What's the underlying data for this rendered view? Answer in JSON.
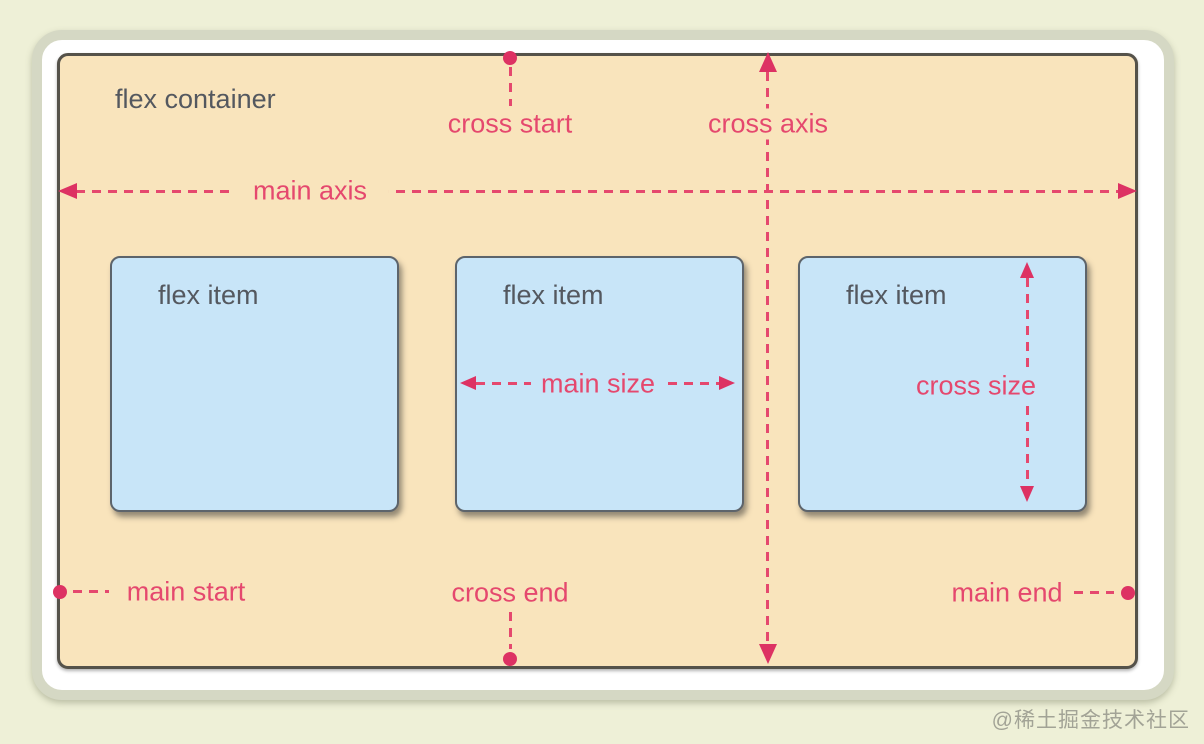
{
  "diagram": {
    "container": {
      "label": "flex container"
    },
    "items": [
      {
        "label": "flex item"
      },
      {
        "label": "flex item",
        "annotation": "main size"
      },
      {
        "label": "flex item",
        "annotation": "cross size"
      }
    ],
    "axis_labels": {
      "cross_start": "cross start",
      "cross_axis": "cross axis",
      "main_axis": "main axis",
      "main_start": "main start",
      "cross_end": "cross end",
      "main_end": "main end"
    },
    "colors": {
      "accent_pink": "#e5486e",
      "arrow_pink": "#dd3263",
      "container_fill": "#f9e4bc",
      "container_border": "#55524a",
      "item_fill": "#c8e5f8",
      "item_border": "#5d646b",
      "card_ring": "#d5d8c4",
      "page_background": "#eef0d7",
      "dark_text": "#54585f"
    }
  },
  "watermark": "@稀土掘金技术社区"
}
